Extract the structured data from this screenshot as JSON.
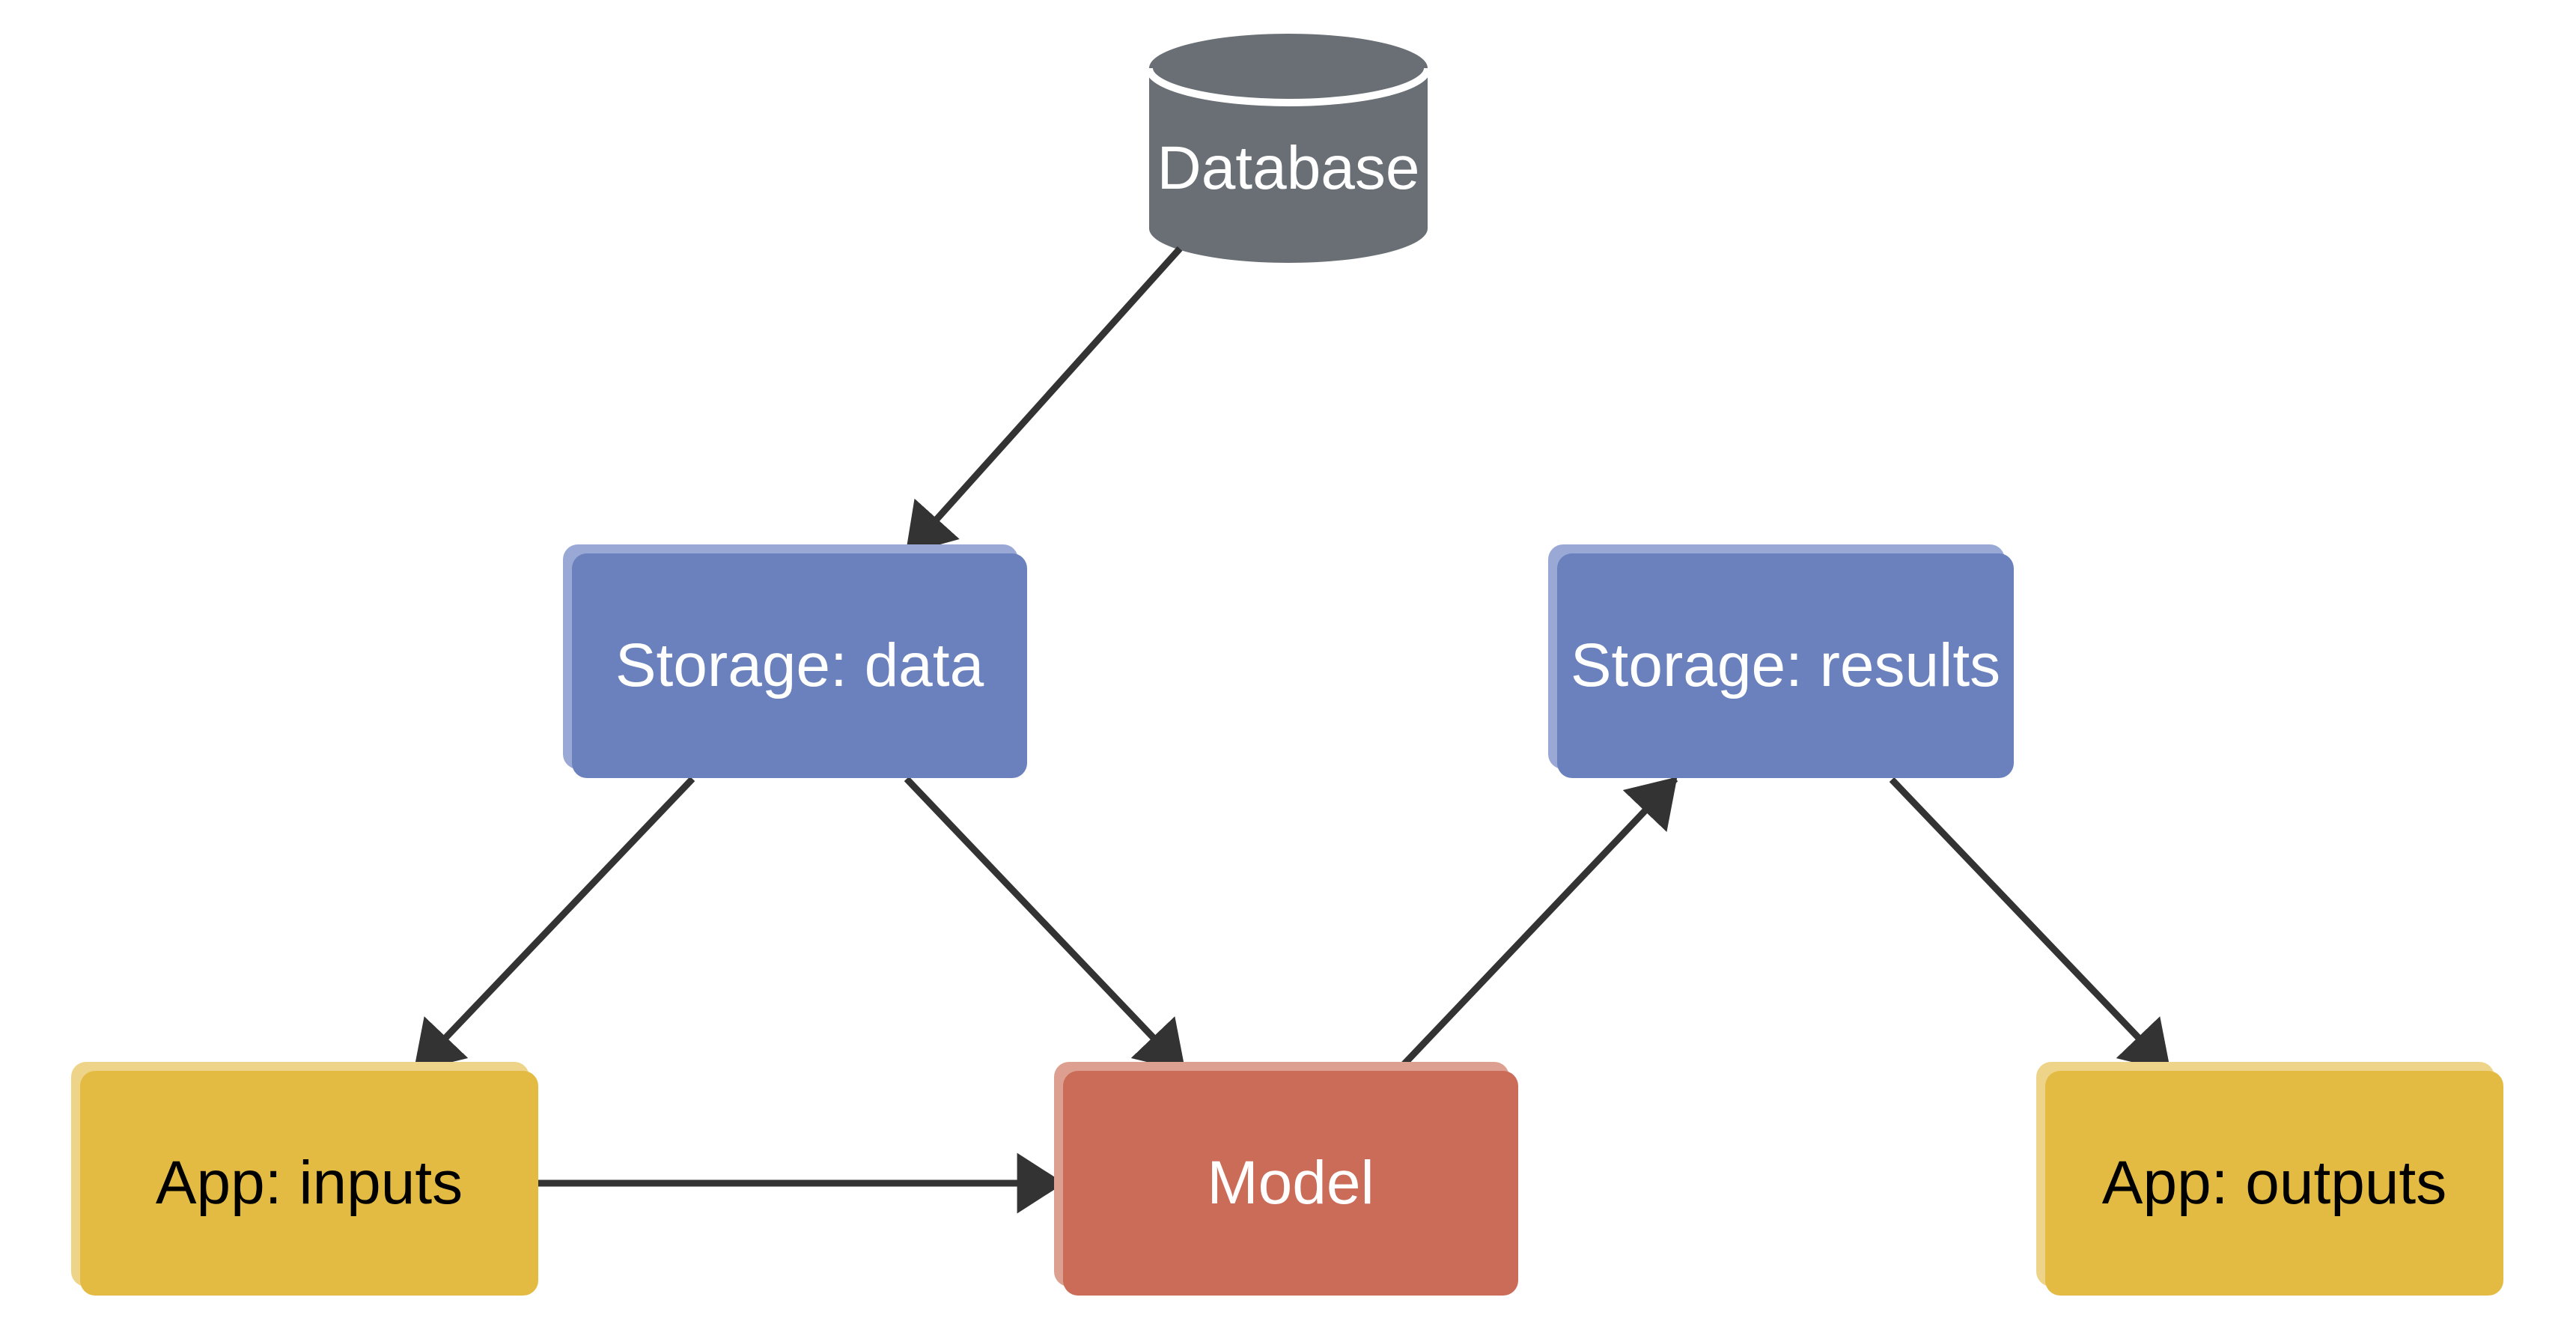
{
  "diagram": {
    "nodes": {
      "database": {
        "label": "Database",
        "shape": "cylinder"
      },
      "storage_data": {
        "label": "Storage: data",
        "shape": "rounded-rect"
      },
      "storage_results": {
        "label": "Storage: results",
        "shape": "rounded-rect"
      },
      "app_inputs": {
        "label": "App: inputs",
        "shape": "rounded-rect"
      },
      "model": {
        "label": "Model",
        "shape": "rounded-rect"
      },
      "app_outputs": {
        "label": "App: outputs",
        "shape": "rounded-rect"
      }
    },
    "edges": [
      {
        "from": "database",
        "to": "storage_data",
        "arrow": true
      },
      {
        "from": "storage_data",
        "to": "app_inputs",
        "arrow": true
      },
      {
        "from": "storage_data",
        "to": "model",
        "arrow": true
      },
      {
        "from": "app_inputs",
        "to": "model",
        "arrow": true
      },
      {
        "from": "model",
        "to": "storage_results",
        "arrow": true
      },
      {
        "from": "storage_results",
        "to": "app_outputs",
        "arrow": true
      }
    ]
  },
  "colors": {
    "background": "#ffffff",
    "database_fill": "#696f75",
    "cylinder_stroke": "#ffffff",
    "storage_fill": "#6a81bd",
    "storage_halo": "#9aa8d5",
    "app_fill": "#e4bb42",
    "app_halo": "#eed489",
    "model_fill": "#cb6c58",
    "model_halo": "#dd9f90",
    "edge": "#333333",
    "text_light": "#ffffff",
    "text_dark": "#000000"
  }
}
